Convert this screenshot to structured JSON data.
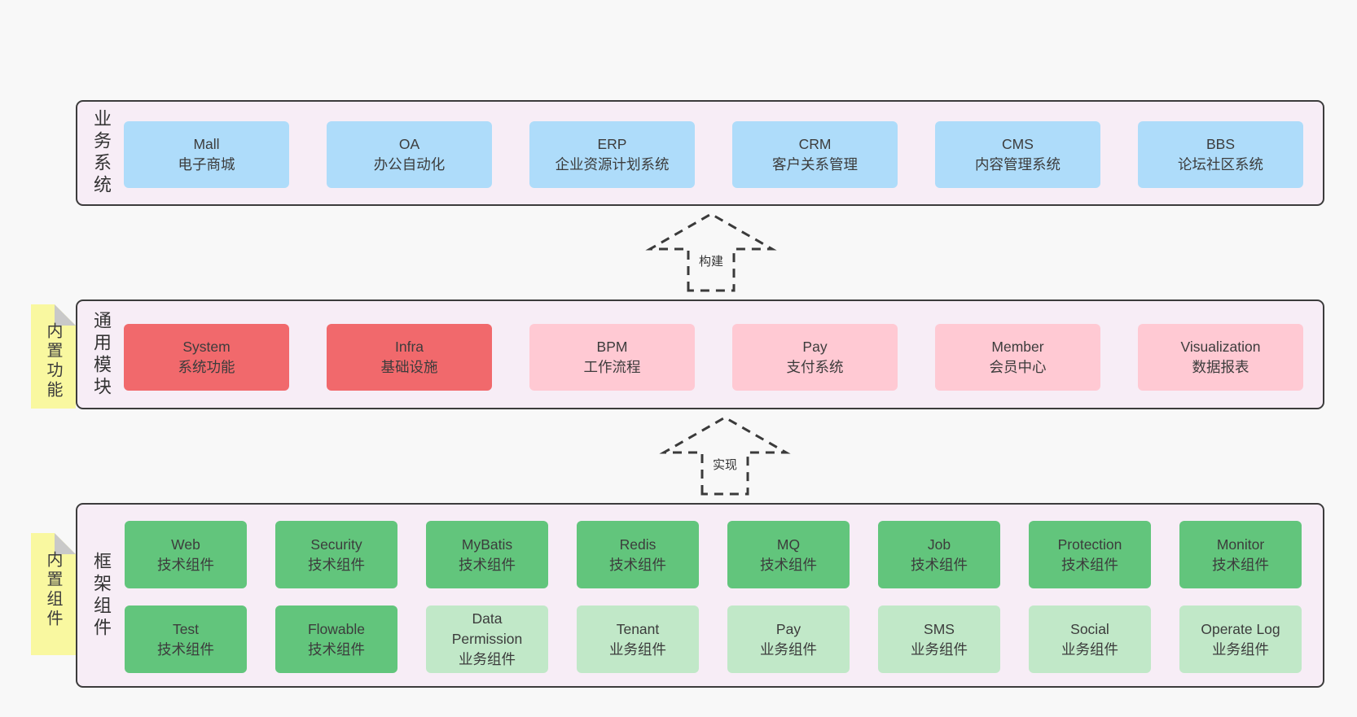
{
  "diagram": {
    "panels": {
      "business": {
        "label": "业务系统",
        "boxes": [
          {
            "en": "Mall",
            "zh": "电子商城"
          },
          {
            "en": "OA",
            "zh": "办公自动化"
          },
          {
            "en": "ERP",
            "zh": "企业资源计划系统"
          },
          {
            "en": "CRM",
            "zh": "客户关系管理"
          },
          {
            "en": "CMS",
            "zh": "内容管理系统"
          },
          {
            "en": "BBS",
            "zh": "论坛社区系统"
          }
        ]
      },
      "modules": {
        "label": "通用模块",
        "tag": "内置功能",
        "boxes": [
          {
            "en": "System",
            "zh": "系统功能"
          },
          {
            "en": "Infra",
            "zh": "基础设施"
          },
          {
            "en": "BPM",
            "zh": "工作流程"
          },
          {
            "en": "Pay",
            "zh": "支付系统"
          },
          {
            "en": "Member",
            "zh": "会员中心"
          },
          {
            "en": "Visualization",
            "zh": "数据报表"
          }
        ]
      },
      "framework": {
        "label": "框架组件",
        "tag": "内置组件",
        "row1": [
          {
            "en": "Web",
            "zh": "技术组件"
          },
          {
            "en": "Security",
            "zh": "技术组件"
          },
          {
            "en": "MyBatis",
            "zh": "技术组件"
          },
          {
            "en": "Redis",
            "zh": "技术组件"
          },
          {
            "en": "MQ",
            "zh": "技术组件"
          },
          {
            "en": "Job",
            "zh": "技术组件"
          },
          {
            "en": "Protection",
            "zh": "技术组件"
          },
          {
            "en": "Monitor",
            "zh": "技术组件"
          }
        ],
        "row2": [
          {
            "en": "Test",
            "zh": "技术组件"
          },
          {
            "en": "Flowable",
            "zh": "技术组件"
          },
          {
            "en": "Data Permission",
            "zh": "业务组件"
          },
          {
            "en": "Tenant",
            "zh": "业务组件"
          },
          {
            "en": "Pay",
            "zh": "业务组件"
          },
          {
            "en": "SMS",
            "zh": "业务组件"
          },
          {
            "en": "Social",
            "zh": "业务组件"
          },
          {
            "en": "Operate Log",
            "zh": "业务组件"
          }
        ]
      }
    },
    "arrows": {
      "build": "构建",
      "implement": "实现"
    },
    "colors": {
      "page_bg": "#f8f8f8",
      "panel_bg": "#f7edf6",
      "panel_border": "#3c3c3c",
      "business_box": "#aedcfa",
      "module_core_box": "#f1696c",
      "module_box": "#ffc9d3",
      "tech_component_box": "#62c57c",
      "biz_component_box": "#c1e8c8",
      "sticky_tag": "#f9f8a0",
      "tag_fold": "#c9c9c9",
      "text": "#3c3c3c"
    }
  }
}
